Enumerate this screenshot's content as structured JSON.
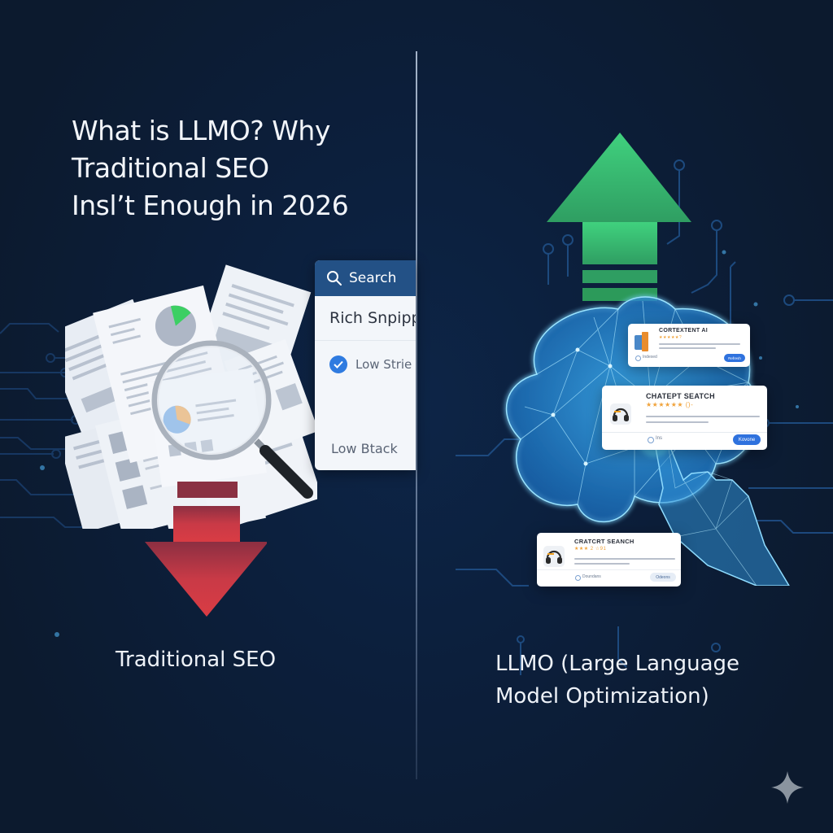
{
  "title": {
    "lines": [
      "What is LLMO? Why",
      "Traditional SEO",
      "Insl’t Enough in 2026"
    ]
  },
  "left_panel": {
    "caption": "Traditional SEO",
    "arrow_direction": "down",
    "arrow_color": "#d23a44",
    "illustration": "documents-with-magnifying-glass",
    "search_widget": {
      "header_label": "Search",
      "header_icon": "search-icon",
      "row1": "Rich Snpipp",
      "row2": "Low Strie I",
      "row2_icon": "checkmark-circle-icon",
      "row3": "Low Btack"
    }
  },
  "right_panel": {
    "caption_lines": [
      "LLMO (Large Language",
      "Model Optimization)"
    ],
    "arrow_direction": "up",
    "arrow_color": "#3cc878",
    "illustration": "glowing-brain-with-hand",
    "cards": [
      {
        "title": "CORTEXTENT AI",
        "stars": "★★★★★?",
        "footer_label": "Indexed",
        "button": "Refresh",
        "icon": "document-app-icon"
      },
      {
        "title": "CHATEPT SEATCH",
        "stars": "★★★★★★ ()-",
        "footer_label": "Ins",
        "button": "Kovone",
        "icon": "headphones-icon"
      },
      {
        "title": "CRATCRT SEANCH",
        "stars": "★★★ 2 ☆91",
        "footer_label": "Doundans",
        "button": "Odeons",
        "icon": "headphones-icon"
      }
    ]
  },
  "watermark": {
    "icon": "sparkle-icon"
  },
  "colors": {
    "background": "#0c1a2e",
    "accent_blue": "#2f72de",
    "search_header": "#235186",
    "text": "#f2f5fa"
  }
}
